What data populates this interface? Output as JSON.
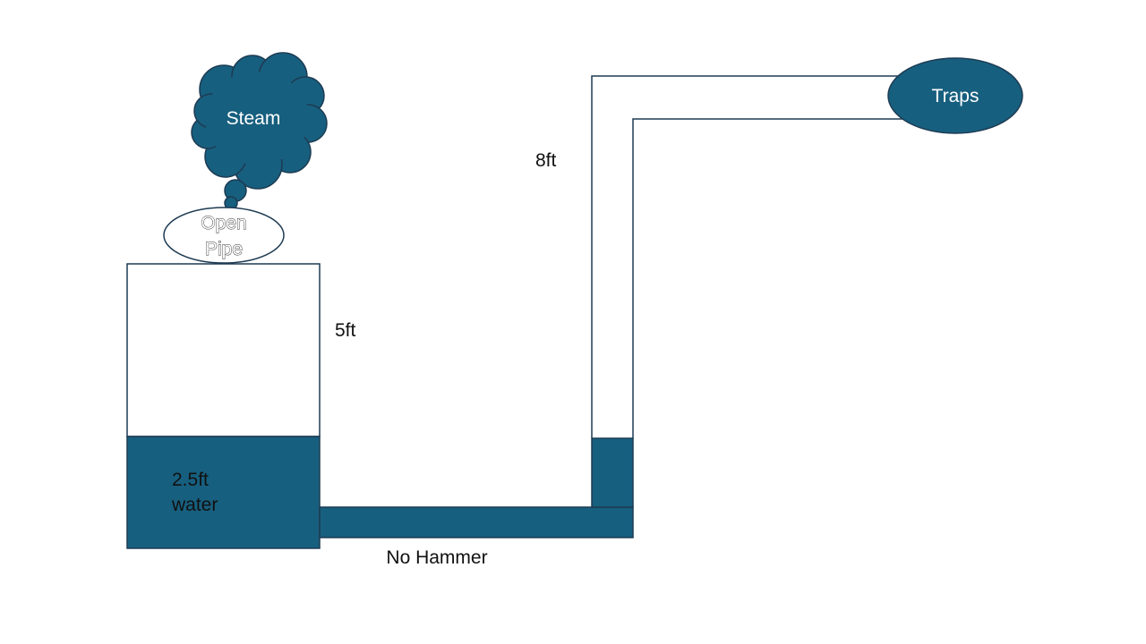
{
  "diagram": {
    "labels": {
      "steam": "Steam",
      "open_pipe_line1": "Open",
      "open_pipe_line2": "Pipe",
      "tank_height": "5ft",
      "water_line1": "2.5ft",
      "water_line2": "water",
      "no_hammer": "No Hammer",
      "riser_height": "8ft",
      "traps": "Traps"
    },
    "colors": {
      "water_fill": "#175f7f",
      "outline": "#1d3b52",
      "background": "#ffffff"
    }
  }
}
